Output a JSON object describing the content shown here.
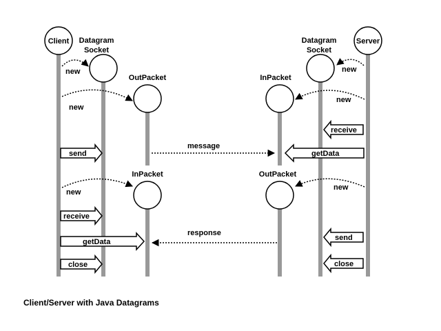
{
  "participants": {
    "client": "Client",
    "client_socket": [
      "Datagram",
      "Socket"
    ],
    "client_outpacket": "OutPacket",
    "client_inpacket": "InPacket",
    "server": "Server",
    "server_socket": [
      "Datagram",
      "Socket"
    ],
    "server_inpacket": "InPacket",
    "server_outpacket": "OutPacket"
  },
  "labels": {
    "new": "new",
    "send": "send",
    "receive": "receive",
    "getData": "getData",
    "close": "close",
    "message": "message",
    "response": "response"
  },
  "caption": "Client/Server with Java Datagrams"
}
